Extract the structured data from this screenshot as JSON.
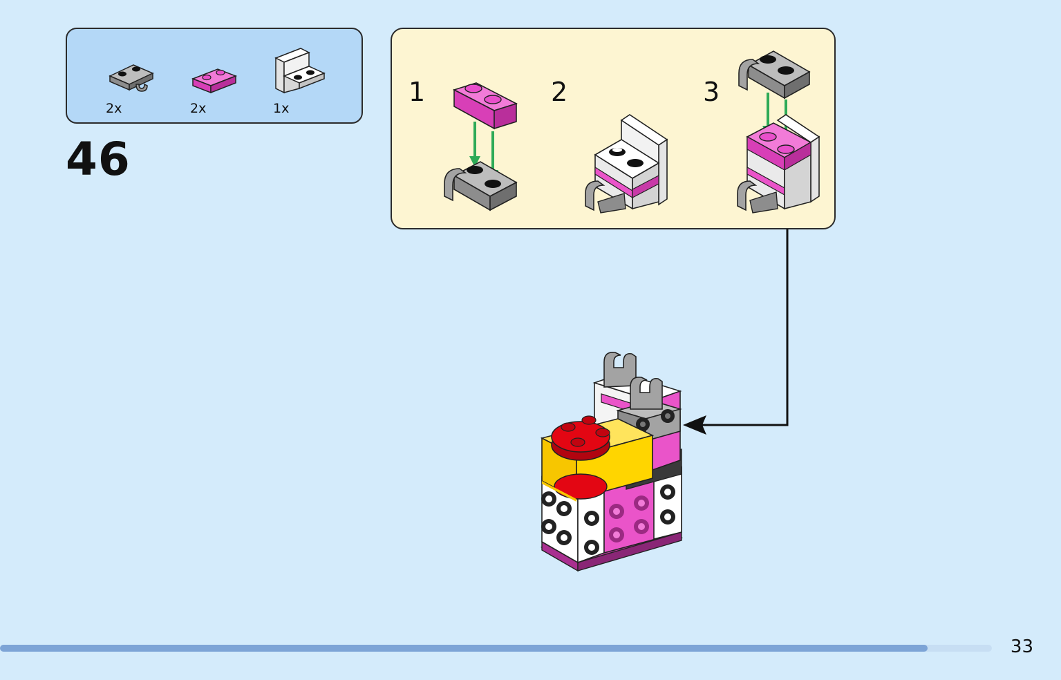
{
  "parts": [
    {
      "name": "gray clip plate",
      "qty": "2x"
    },
    {
      "name": "pink plate",
      "qty": "2x"
    },
    {
      "name": "white bracket",
      "qty": "1x"
    }
  ],
  "step": "46",
  "substeps": [
    "1",
    "2",
    "3"
  ],
  "page": "33",
  "progress": 0.935,
  "colors": {
    "background": "#d4ebfb",
    "parts_box": "#b4d8f7",
    "substep_box": "#fdf5d2",
    "pink": "#ea54c9",
    "gray": "#a3a3a3",
    "red": "#e30613",
    "yellow": "#ffd500",
    "arrow_green": "#2eaa57",
    "progress": "#7da4d6"
  }
}
